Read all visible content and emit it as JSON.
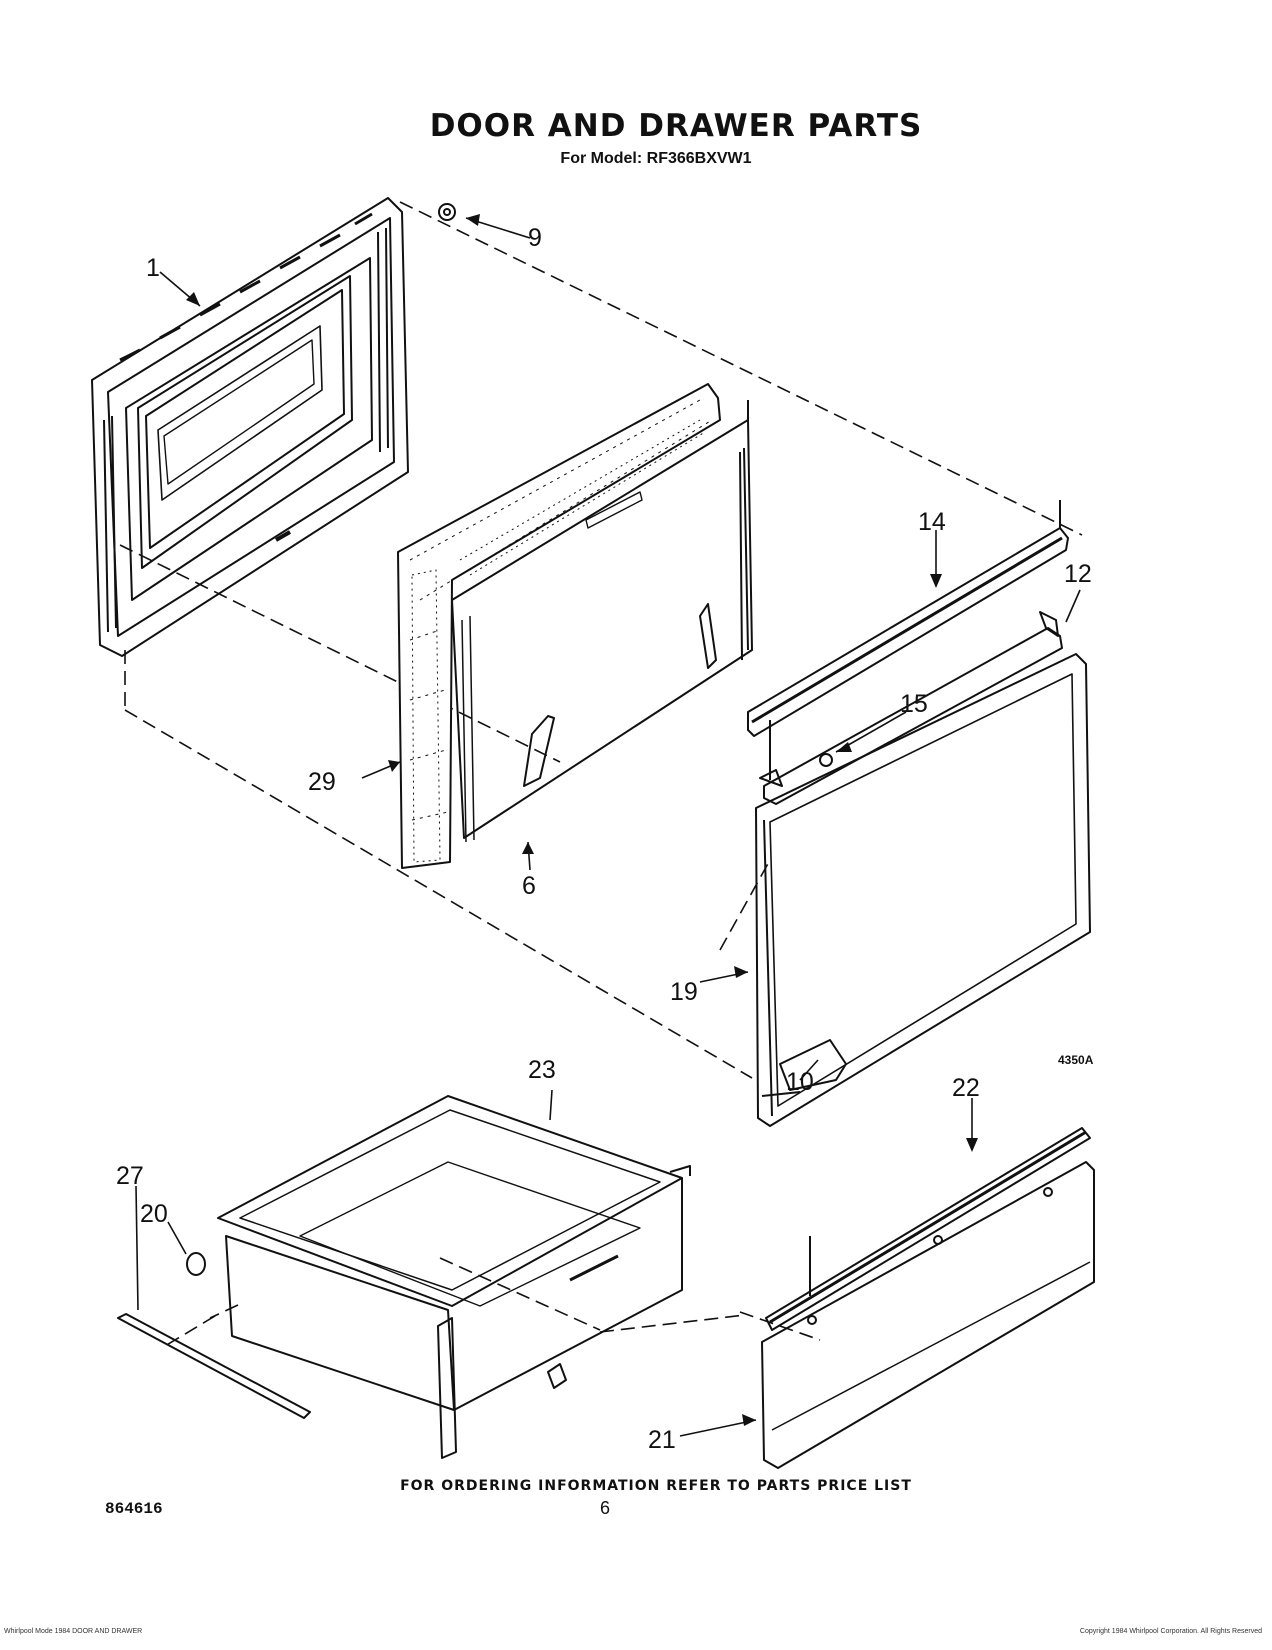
{
  "header": {
    "title": "DOOR AND DRAWER PARTS",
    "subtitle": "For Model: RF366BXVW1"
  },
  "callouts": {
    "c1": "1",
    "c9": "9",
    "c14": "14",
    "c12": "12",
    "c15": "15",
    "c29": "29",
    "c6": "6",
    "c19": "19",
    "c10": "10",
    "c23": "23",
    "c22": "22",
    "c27": "27",
    "c20": "20",
    "c21": "21"
  },
  "figure_ref": "4350A",
  "footer": {
    "note": "FOR ORDERING INFORMATION REFER TO PARTS PRICE LIST",
    "doc_number": "864616",
    "page_number": "6",
    "tiny_left": "Whirlpool Mode 1984 DOOR AND DRAWER",
    "tiny_right": "Copyright 1984 Whirlpool Corporation. All Rights Reserved"
  }
}
